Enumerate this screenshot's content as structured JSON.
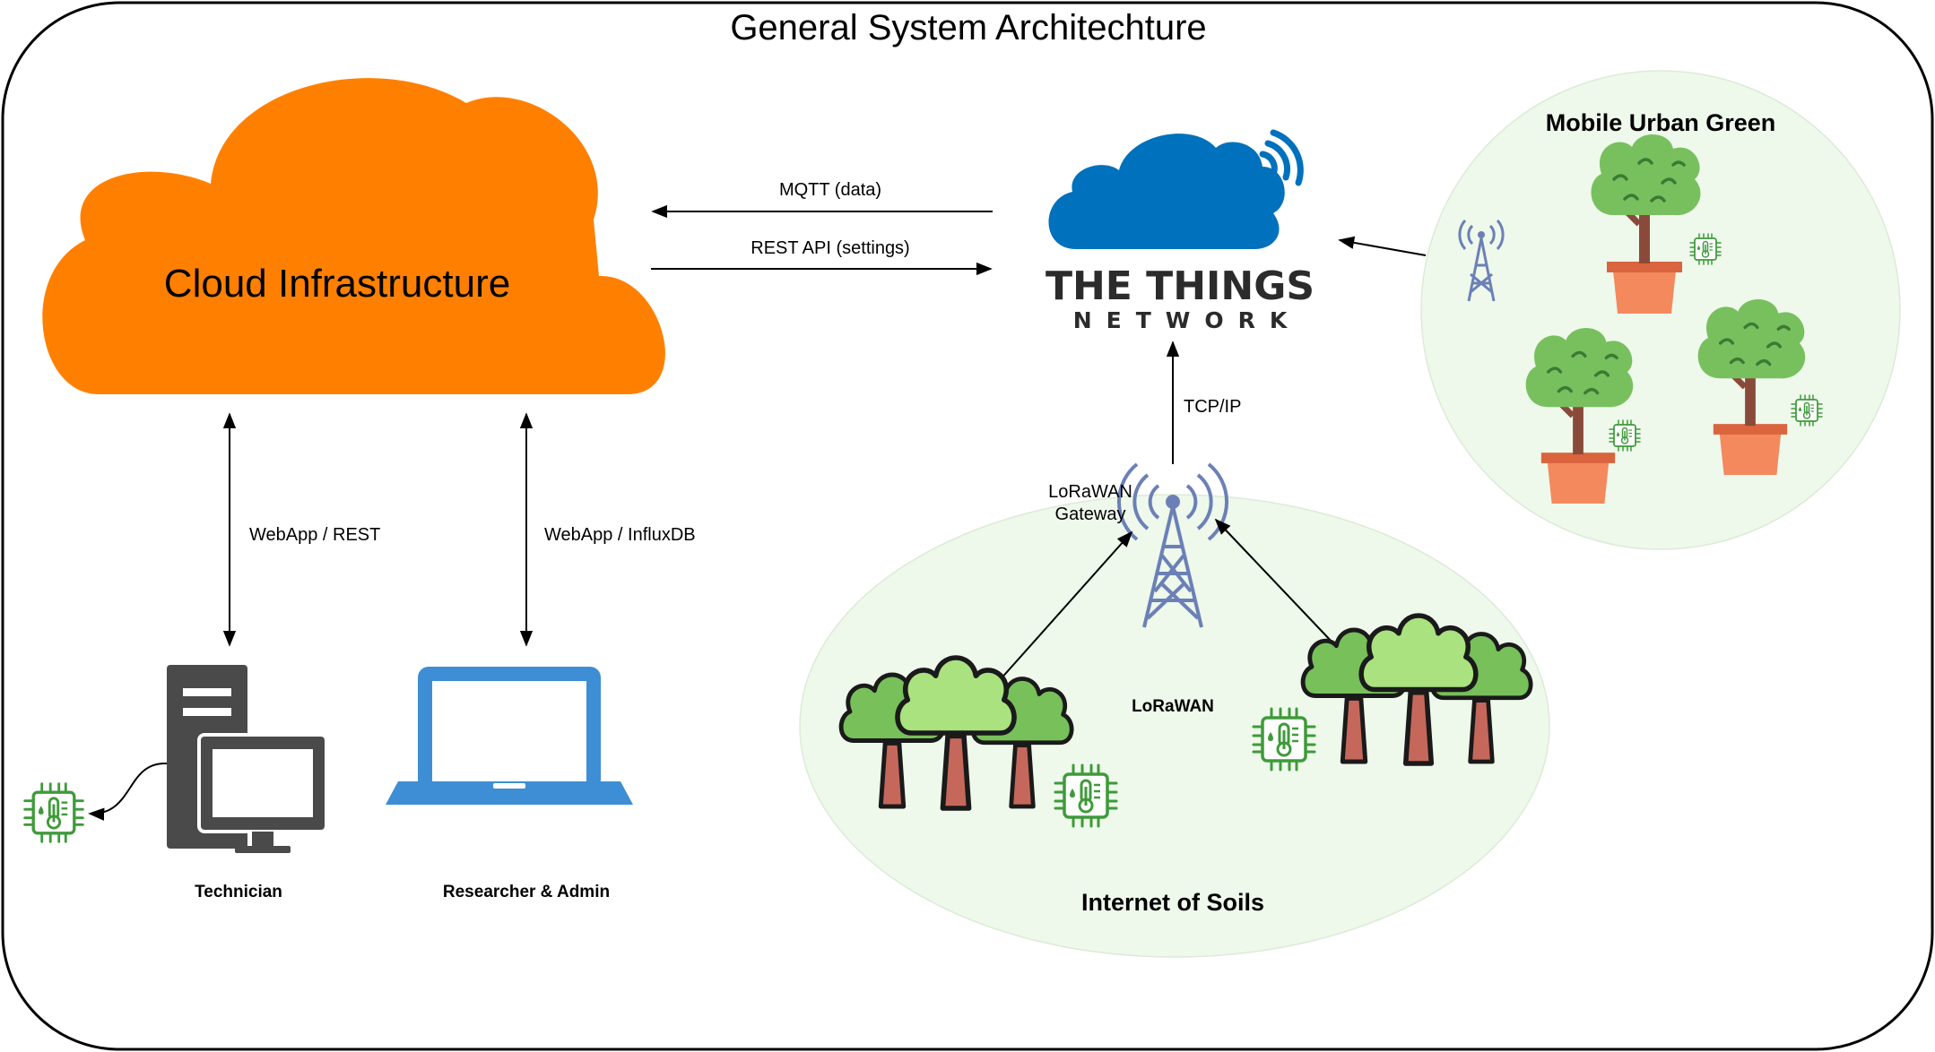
{
  "title": "General System Architechture",
  "cloud_infrastructure": {
    "label": "Cloud Infrastructure",
    "color": "#ff8000"
  },
  "ttn_logo": {
    "line1": "THE THINGS",
    "line2": "NETWORK",
    "color": "#0071bc"
  },
  "connections": {
    "mqtt": "MQTT (data)",
    "rest_api": "REST API (settings)",
    "webapp_rest": "WebApp / REST",
    "webapp_influx": "WebApp / InfluxDB",
    "tcp_ip": "TCP/IP",
    "lorawan": "LoRaWAN"
  },
  "gateway": {
    "line1": "LoRaWAN",
    "line2": "Gateway"
  },
  "users": {
    "technician": "Technician",
    "researcher": "Researcher & Admin"
  },
  "regions": {
    "internet_of_soils": "Internet of Soils",
    "mobile_urban_green": "Mobile Urban Green",
    "fill_color": "#eef8eb"
  },
  "icons": [
    "pc-tower-icon",
    "monitor-icon",
    "laptop-icon",
    "sensor-chip-icon",
    "antenna-tower-icon",
    "tree-icon",
    "potted-tree-icon",
    "cloud-icon"
  ]
}
